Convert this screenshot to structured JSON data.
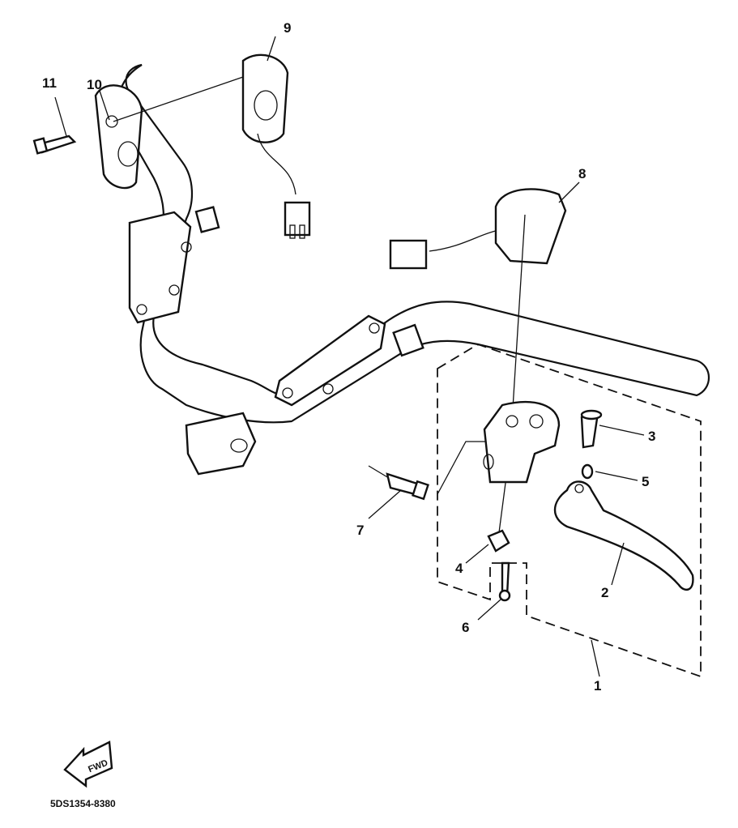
{
  "diagram": {
    "callouts": [
      "1",
      "2",
      "3",
      "4",
      "5",
      "6",
      "7",
      "8",
      "9",
      "10",
      "11"
    ],
    "fwd_label": "FWD",
    "part_code": "5DS1354-8380"
  }
}
